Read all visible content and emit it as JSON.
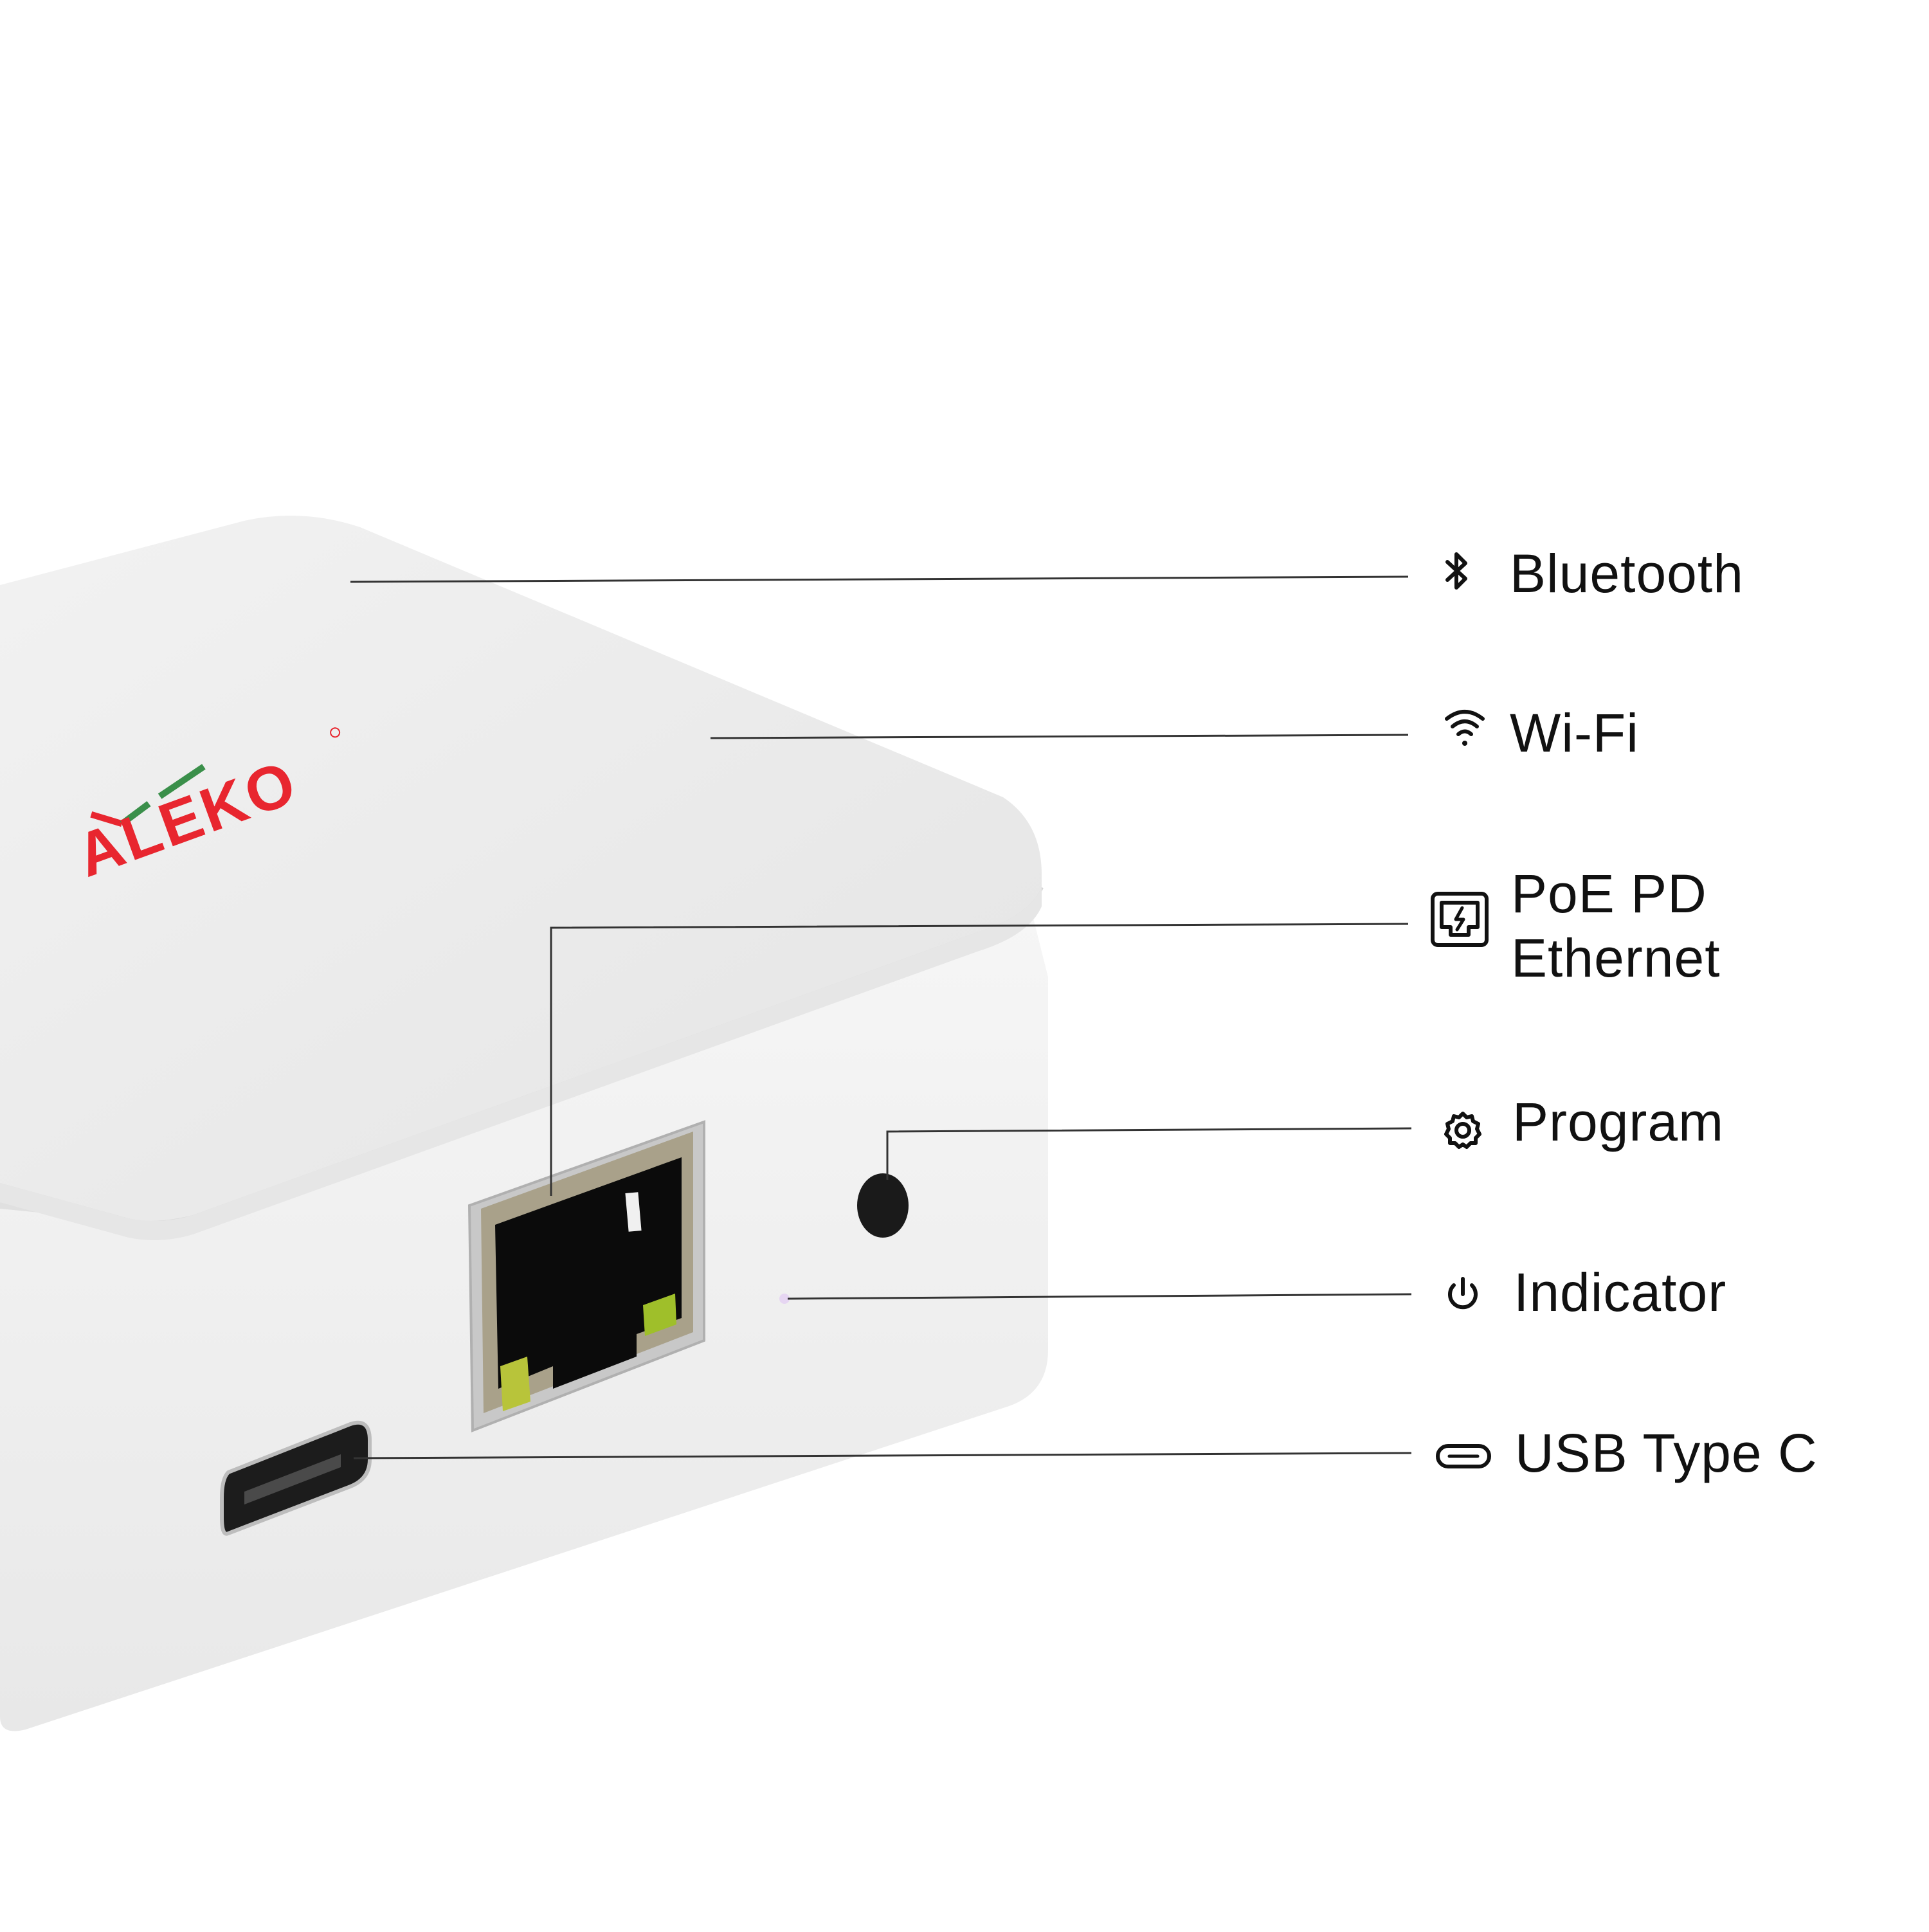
{
  "brand": {
    "logo_text": "ALEKO",
    "logo_color": "#e8262f",
    "logo_accent": "#3a8f4a"
  },
  "device_color": "#eeeeee",
  "features": [
    {
      "icon": "bluetooth-icon",
      "label": "Bluetooth"
    },
    {
      "icon": "wifi-icon",
      "label": "Wi-Fi"
    },
    {
      "icon": "ethernet-port-icon",
      "label_line1": "PoE PD",
      "label_line2": "Ethernet"
    },
    {
      "icon": "gear-icon",
      "label": "Program"
    },
    {
      "icon": "power-icon",
      "label": "Indicator"
    },
    {
      "icon": "usb-c-icon",
      "label": "USB Type C"
    }
  ]
}
